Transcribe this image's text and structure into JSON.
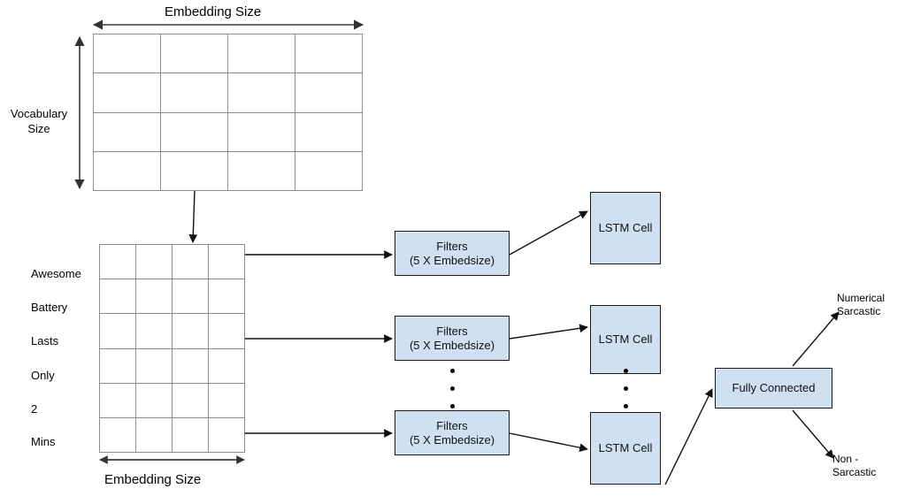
{
  "diagram": {
    "title": "CNN-LSTM sarcasm detection architecture",
    "accent_box_fill": "#cfe0f1",
    "box_border": "#1a1a1a",
    "grid_line": "#8c8c8c"
  },
  "labels": {
    "embedding_size_top": "Embedding Size",
    "vocabulary_size": "Vocabulary\nSize",
    "embedding_size_bottom": "Embedding Size",
    "numerical_sarcastic": "Numerical\nSarcastic",
    "non_sarcastic": "Non -\nSarcastic"
  },
  "embedding_matrix": {
    "name": "embedding-lookup-table",
    "columns": 4,
    "rows": 4,
    "width_label": "Embedding Size",
    "height_label": "Vocabulary Size"
  },
  "sentence_matrix": {
    "name": "sentence-embedding-matrix",
    "columns": 4,
    "rows": 6,
    "width_label": "Embedding Size",
    "tokens": [
      "Awesome",
      "Battery",
      "Lasts",
      "Only",
      "2",
      "Mins"
    ]
  },
  "filters": [
    {
      "line1": "Filters",
      "line2": "(5 X  Embedsize)"
    },
    {
      "line1": "Filters",
      "line2": "(5 X  Embedsize)"
    },
    {
      "line1": "Filters",
      "line2": "(5 X  Embedsize)"
    }
  ],
  "lstm_cells": [
    {
      "label": "LSTM Cell"
    },
    {
      "label": "LSTM Cell"
    },
    {
      "label": "LSTM Cell"
    }
  ],
  "fully_connected": {
    "label": "Fully Connected"
  },
  "ellipsis": {
    "dot_count": 3
  }
}
